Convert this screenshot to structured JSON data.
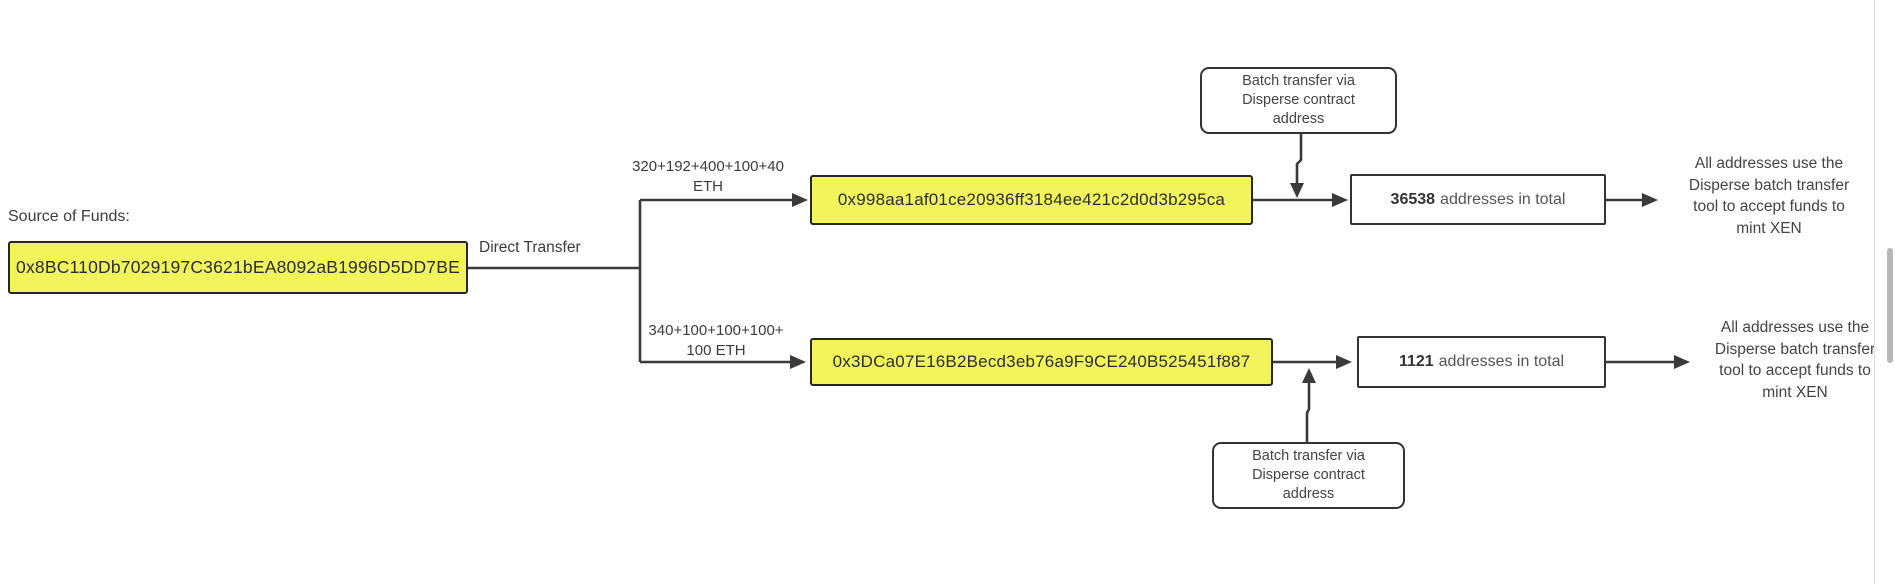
{
  "colors": {
    "highlight_yellow": "#f2f45c",
    "line": "#3a3a3a",
    "box_border": "#333333",
    "scrollbar_thumb": "#b8b8b8"
  },
  "source": {
    "label": "Source of Funds:",
    "address": "0x8BC110Db7029197C3621bEA8092aB1996D5DD7BE",
    "transfer_label": "Direct Transfer"
  },
  "branches": [
    {
      "eth_amount": [
        "320+192+400+100+40",
        "ETH"
      ],
      "address": "0x998aa1af01ce20936ff3184ee421c2d0d3b295ca",
      "total_count": "36538",
      "total_suffix": "addresses in total",
      "batch_note": [
        "Batch transfer via",
        "Disperse contract",
        "address"
      ],
      "outcome_note": [
        "All addresses use the",
        "Disperse batch transfer",
        "tool to accept funds to",
        "mint XEN"
      ]
    },
    {
      "eth_amount": [
        "340+100+100+100+",
        "100 ETH"
      ],
      "address": "0x3DCa07E16B2Becd3eb76a9F9CE240B525451f887",
      "total_count": "1121",
      "total_suffix": "addresses in total",
      "batch_note": [
        "Batch transfer via",
        "Disperse contract",
        "address"
      ],
      "outcome_note": [
        "All addresses use the",
        "Disperse batch transfer",
        "tool to accept funds to",
        "mint XEN"
      ]
    }
  ]
}
